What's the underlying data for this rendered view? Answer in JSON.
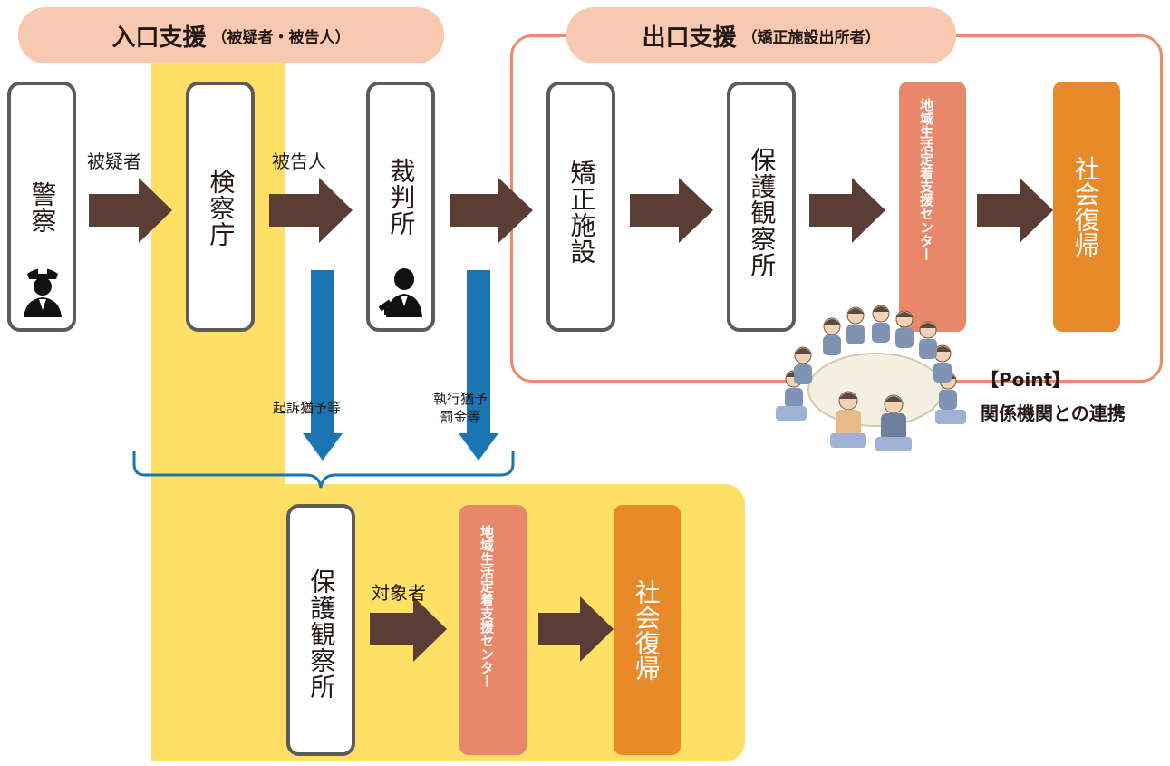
{
  "entrance": {
    "title": "入口支援",
    "subtitle": "（被疑者・被告人）"
  },
  "exit": {
    "title": "出口支援",
    "subtitle": "（矯正施設出所者）"
  },
  "top_flow": {
    "police": "警察",
    "prosecutor": "検察庁",
    "court": "裁判所",
    "correctional": "矯正施設",
    "probation": "保護観察所",
    "center": "地域生活定着支援センター",
    "reintegration": "社会復帰"
  },
  "arrow_labels": {
    "suspect": "被疑者",
    "defendant": "被告人",
    "suspended_prosecution": "起訴猶予等",
    "suspended_execution_line1": "執行猶予",
    "suspended_execution_line2": "罰金等",
    "target": "対象者"
  },
  "bottom_flow": {
    "probation": "保護観察所",
    "center": "地域生活定着支援センター",
    "reintegration": "社会復帰"
  },
  "point": {
    "tag": "【Point】",
    "text": "関係機関との連携"
  },
  "colors": {
    "pill": "#f6c9b0",
    "exit_border": "#ea8c6a",
    "yellow_band": "#ffe066",
    "arrow_brown": "#5a3e36",
    "arrow_blue": "#1b75b3",
    "center_box": "#e8876a",
    "reintegration_box": "#e98a2a",
    "box_border": "#5b5b5b"
  }
}
